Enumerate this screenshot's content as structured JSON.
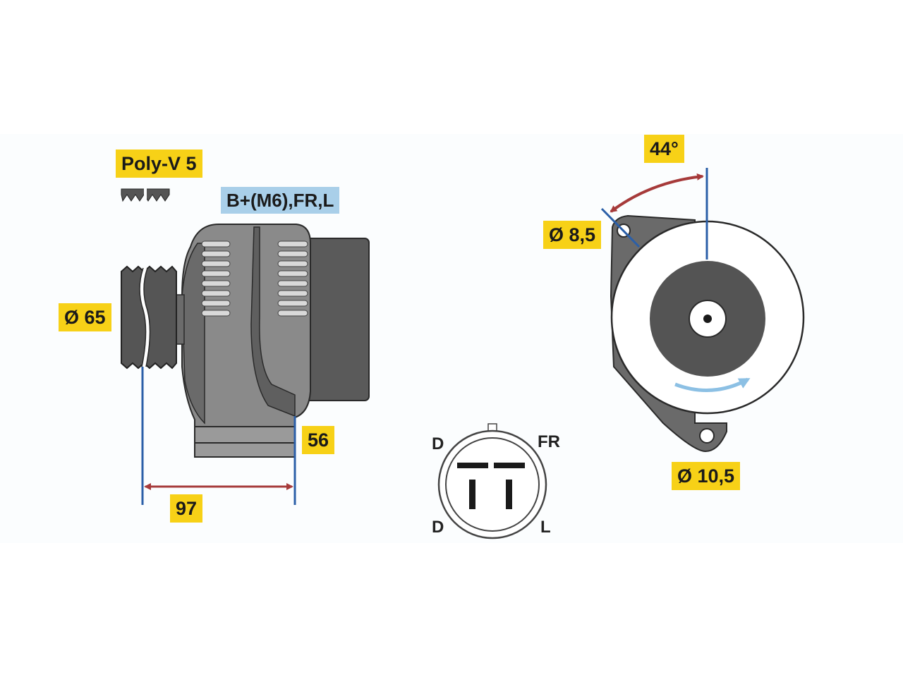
{
  "labels": {
    "belt": "Poly-V 5",
    "terminals": "B+(M6),FR,L",
    "pulley_diameter": "Ø 65",
    "overall_length": "97",
    "mount_offset": "56",
    "mount_angle": "44°",
    "upper_hole": "Ø 8,5",
    "lower_hole": "Ø 10,5"
  },
  "connector_pins": {
    "top_left": "D",
    "top_right": "FR",
    "bottom_left": "D",
    "bottom_right": "L"
  },
  "colors": {
    "label_yellow": "#f7d117",
    "label_blue": "#a9cfe9",
    "dimension_blue": "#2b5fa8",
    "arrow_red": "#a63a3a",
    "rotation_arrow": "#8cc0e4",
    "body_gray": "#7f7f7f",
    "dark_gray": "#555555"
  },
  "icons": {
    "rotation": "clockwise-rotation-arrow",
    "belt_profile": "poly-v-belt-icon"
  }
}
